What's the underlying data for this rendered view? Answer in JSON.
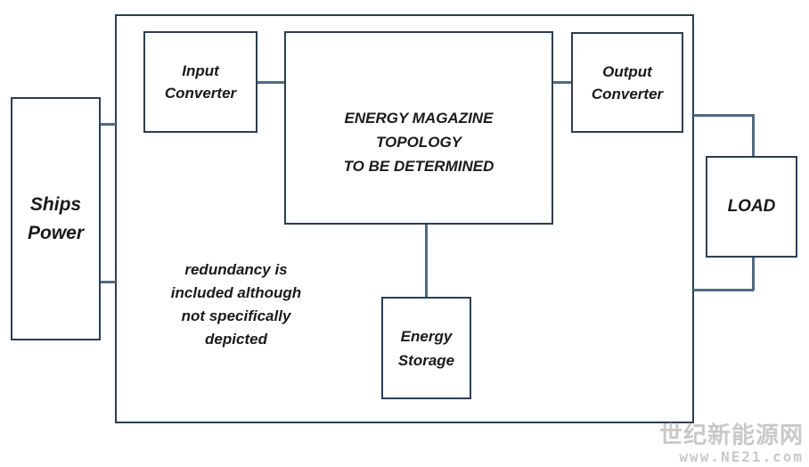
{
  "diagram": {
    "ships_power": "Ships\nPower",
    "input_converter": "Input\nConverter",
    "energy_magazine": "ENERGY MAGAZINE\nTOPOLOGY\nTO BE DETERMINED",
    "output_converter": "Output\nConverter",
    "load": "LOAD",
    "energy_storage": "Energy\nStorage",
    "redundancy_note": "redundancy is\nincluded although\nnot specifically\ndepicted"
  },
  "watermark": {
    "line1": "世纪新能源网",
    "line2": "www.NE21.com"
  }
}
